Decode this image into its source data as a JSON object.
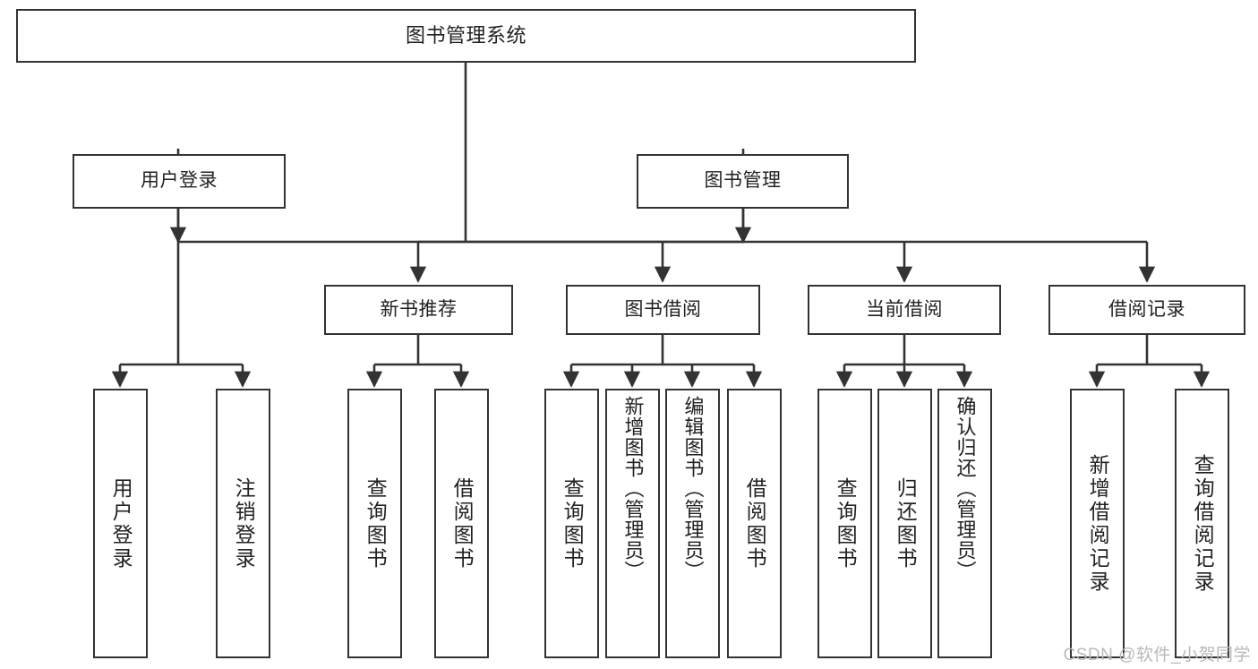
{
  "diagram": {
    "title": "图书管理系统",
    "type": "tree",
    "watermark": "CSDN @软件_小贺同学",
    "colors": {
      "box_border": "#333333",
      "box_fill": "#ffffff",
      "edge": "#333333",
      "text": "#222222",
      "watermark": "#b9b9b9",
      "background": "#ffffff"
    },
    "root": {
      "label": "图书管理系统"
    },
    "level2": [
      {
        "id": "user-login",
        "label": "用户登录"
      },
      {
        "id": "book-manage",
        "label": "图书管理"
      }
    ],
    "level3": [
      {
        "id": "new-book-recommend",
        "label": "新书推荐",
        "parent": "book-manage"
      },
      {
        "id": "book-borrow",
        "label": "图书借阅",
        "parent": "book-manage"
      },
      {
        "id": "current-borrow",
        "label": "当前借阅",
        "parent": "book-manage"
      },
      {
        "id": "borrow-record",
        "label": "借阅记录",
        "parent": "book-manage"
      }
    ],
    "leaves": [
      {
        "id": "leaf-user-login",
        "label": "用户登录",
        "parent": "user-login"
      },
      {
        "id": "leaf-logout-login",
        "label": "注销登录",
        "parent": "user-login"
      },
      {
        "id": "leaf-query-book-1",
        "label": "查询图书",
        "parent": "new-book-recommend"
      },
      {
        "id": "leaf-borrow-book-1",
        "label": "借阅图书",
        "parent": "new-book-recommend"
      },
      {
        "id": "leaf-query-book-2",
        "label": "查询图书",
        "parent": "book-borrow"
      },
      {
        "id": "leaf-add-book",
        "label": "新增图书（管理员）",
        "parent": "book-borrow"
      },
      {
        "id": "leaf-edit-book",
        "label": "编辑图书（管理员）",
        "parent": "book-borrow"
      },
      {
        "id": "leaf-borrow-book-2",
        "label": "借阅图书",
        "parent": "book-borrow"
      },
      {
        "id": "leaf-query-book-3",
        "label": "查询图书",
        "parent": "current-borrow"
      },
      {
        "id": "leaf-return-book",
        "label": "归还图书",
        "parent": "current-borrow"
      },
      {
        "id": "leaf-confirm-return",
        "label": "确认归还（管理员）",
        "parent": "current-borrow"
      },
      {
        "id": "leaf-add-record",
        "label": "新增借阅记录",
        "parent": "borrow-record"
      },
      {
        "id": "leaf-query-record",
        "label": "查询借阅记录",
        "parent": "borrow-record"
      }
    ]
  }
}
